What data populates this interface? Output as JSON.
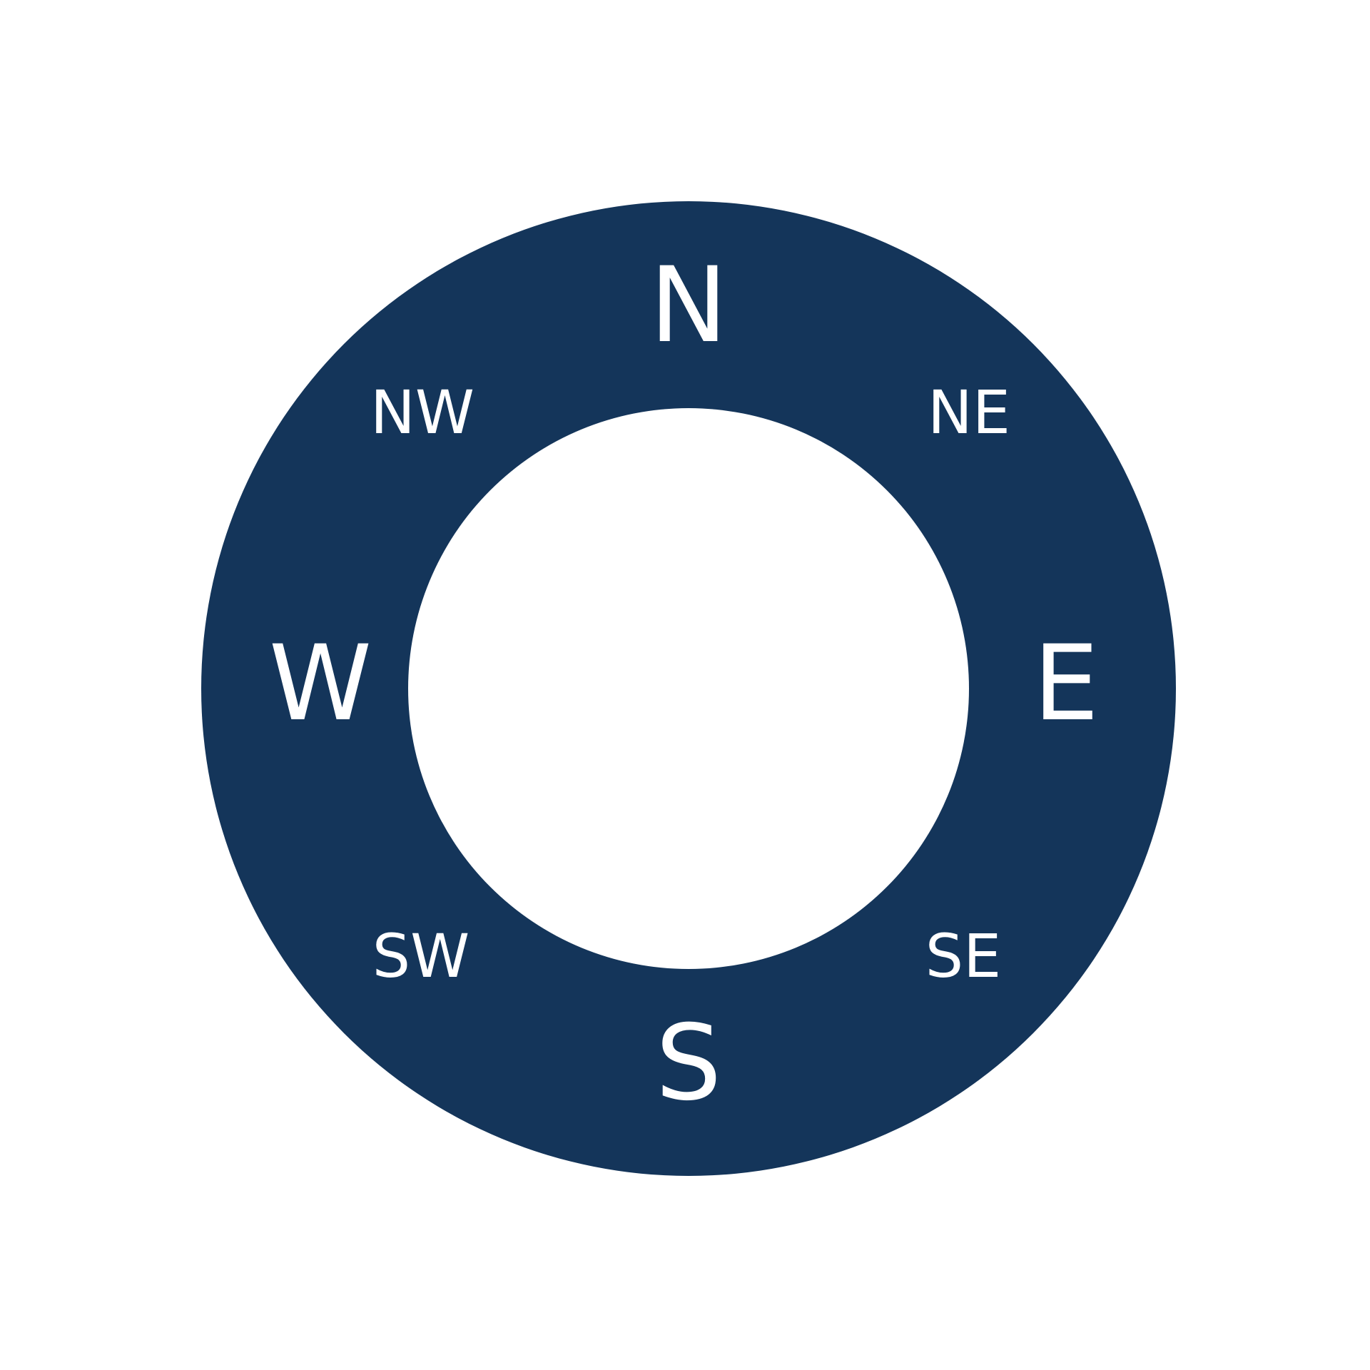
{
  "compass": {
    "ring_color": "#14355a",
    "text_color": "#ffffff",
    "labels": {
      "n": "N",
      "e": "E",
      "s": "S",
      "w": "W",
      "ne": "NE",
      "nw": "NW",
      "se": "SE",
      "sw": "SW"
    }
  }
}
